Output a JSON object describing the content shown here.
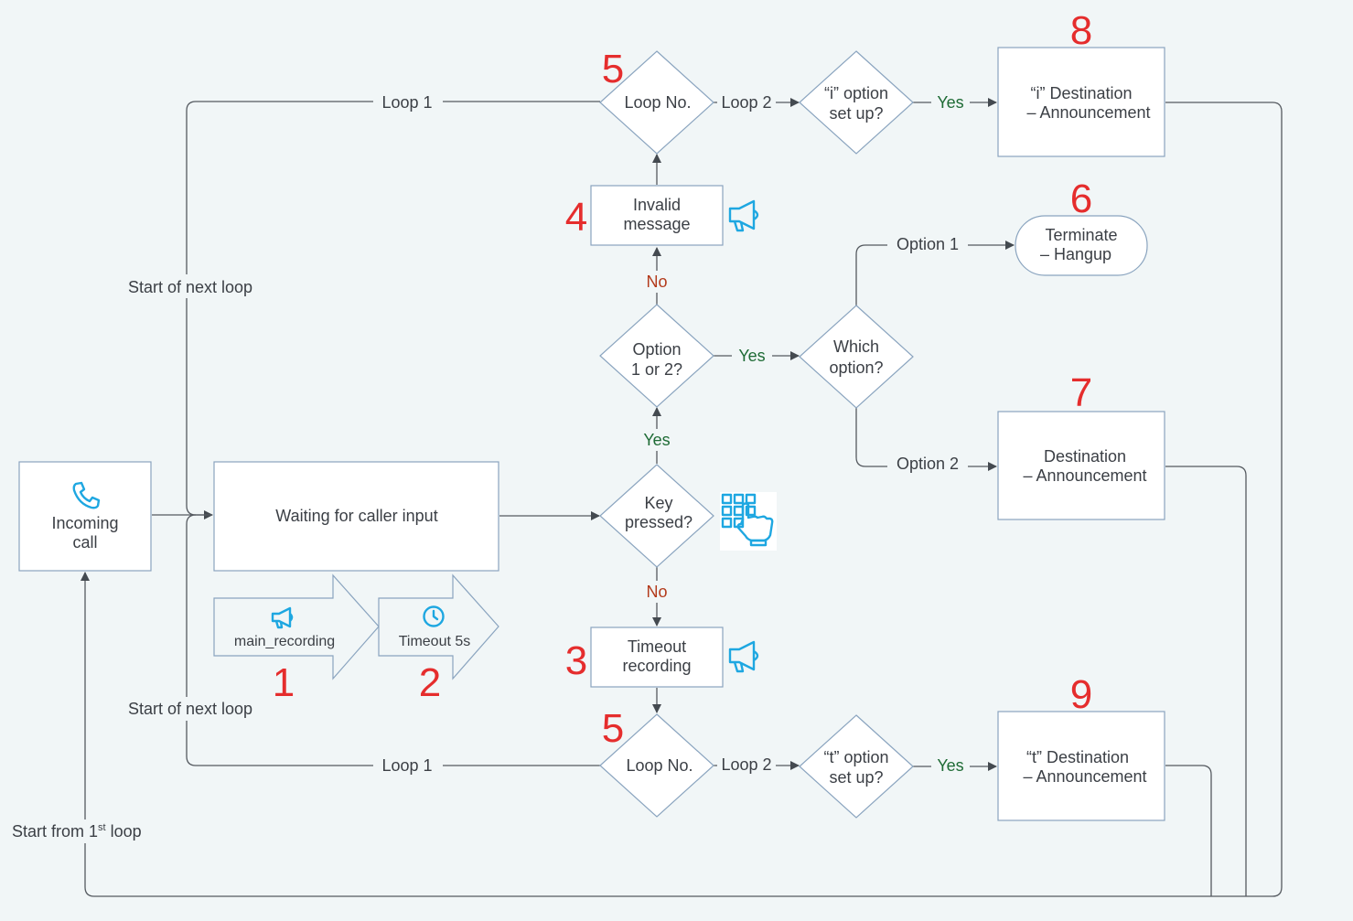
{
  "nodes": {
    "incoming_call": [
      "Incoming",
      "call"
    ],
    "waiting": "Waiting for caller input",
    "key_pressed": [
      "Key",
      "pressed?"
    ],
    "option_12": [
      "Option",
      "1 or 2?"
    ],
    "which_option": [
      "Which",
      "option?"
    ],
    "invalid_message": [
      "Invalid",
      "message"
    ],
    "timeout_recording": [
      "Timeout",
      "recording"
    ],
    "loop_top": "Loop No.",
    "loop_bottom": "Loop No.",
    "i_option": [
      "“i” option",
      "set up?"
    ],
    "t_option": [
      "“t” option",
      "set up?"
    ],
    "i_destination": [
      "“i” Destination",
      "– Announcement"
    ],
    "t_destination": [
      "“t” Destination",
      "– Announcement"
    ],
    "terminate": [
      "Terminate",
      "– Hangup"
    ],
    "destination": [
      "Destination",
      "– Announcement"
    ],
    "main_recording": "main_recording",
    "timeout_5s": "Timeout 5s"
  },
  "edge_labels": {
    "loop1_top": "Loop 1",
    "loop2_top": "Loop 2",
    "yes_i": "Yes",
    "start_next_top": "Start of next loop",
    "no_option": "No",
    "yes_option": "Yes",
    "yes_key": "Yes",
    "no_key": "No",
    "option1": "Option 1",
    "option2": "Option 2",
    "start_next_bottom": "Start of next loop",
    "loop1_bottom": "Loop 1",
    "loop2_bottom": "Loop 2",
    "yes_t": "Yes",
    "start_from_first": "Start from 1",
    "start_from_first_sup": "st",
    "start_from_first_tail": " loop"
  },
  "step_numbers": {
    "n1": "1",
    "n2": "2",
    "n3": "3",
    "n4": "4",
    "n5_top": "5",
    "n5_bottom": "5",
    "n6": "6",
    "n7": "7",
    "n8": "8",
    "n9": "9"
  },
  "icons": {
    "incoming_call": "phone-icon",
    "invalid_message": "megaphone-icon",
    "timeout_recording": "megaphone-icon",
    "main_recording": "megaphone-icon",
    "timeout_5s": "clock-icon",
    "key_pressed": "keypad-hand-icon"
  },
  "colors": {
    "background": "#f1f6f7",
    "node_border": "#8aa4bf",
    "step_number": "#e52d2d",
    "yes": "#1e6b35",
    "no": "#b33a1b",
    "icon": "#1ea7e1"
  }
}
